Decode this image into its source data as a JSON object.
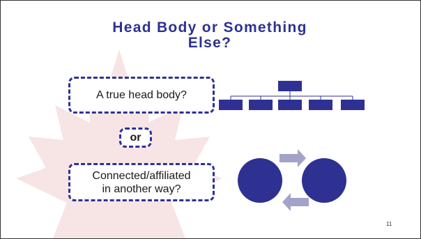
{
  "slide": {
    "title_line1": "Head Body or Something",
    "title_line2": "Else?",
    "head_body_question": "A true head body?",
    "or_label": "or",
    "connected_line1": "Connected/affiliated",
    "connected_line2": "in another way?",
    "page_number": "11"
  },
  "colors": {
    "title": "#2e3192",
    "shapes": "#2e3192",
    "arrows": "#a3a3c8",
    "maple_leaf": "#f7e6e6"
  },
  "icons": [
    "maple-leaf-watermark",
    "org-chart-icon",
    "exchange-arrows-icon"
  ]
}
